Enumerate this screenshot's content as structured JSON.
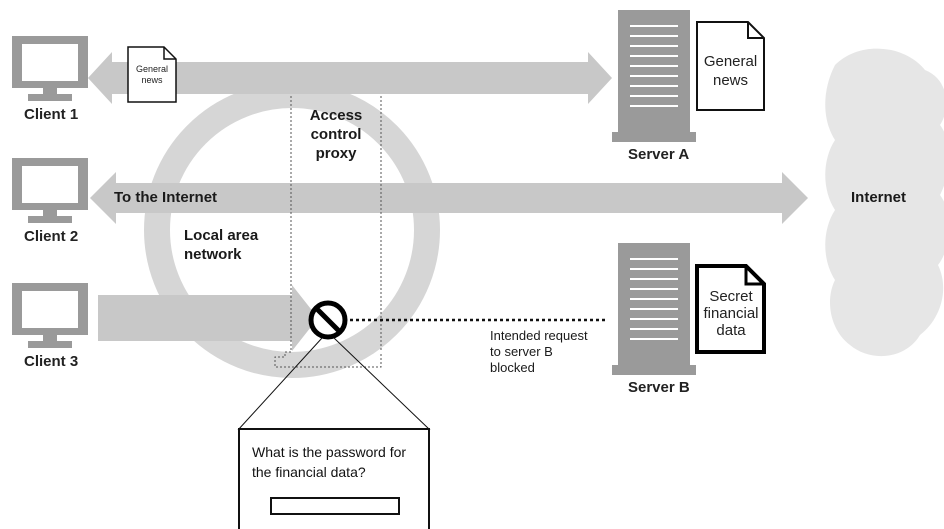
{
  "clients": [
    {
      "label": "Client 1"
    },
    {
      "label": "Client 2"
    },
    {
      "label": "Client 3"
    }
  ],
  "servers": {
    "a": {
      "label": "Server A",
      "document": [
        "General",
        "news"
      ]
    },
    "b": {
      "label": "Server B",
      "document": [
        "Secret",
        "financial",
        "data"
      ]
    }
  },
  "small_document": [
    "General",
    "news"
  ],
  "proxy_label": [
    "Access",
    "control",
    "proxy"
  ],
  "lan_label": [
    "Local area",
    "network"
  ],
  "to_internet_label": "To the Internet",
  "internet_label": "Internet",
  "blocked_note": [
    "Intended request",
    "to server B",
    "blocked"
  ],
  "dialog": {
    "prompt": "What is the password for the financial data?",
    "password_value": ""
  },
  "colors": {
    "arrow": "#c8c8c8",
    "ring": "#d4d4d4",
    "device": "#9a9a9a",
    "cloud": "#e6e6e6",
    "blocked": "#000000"
  }
}
